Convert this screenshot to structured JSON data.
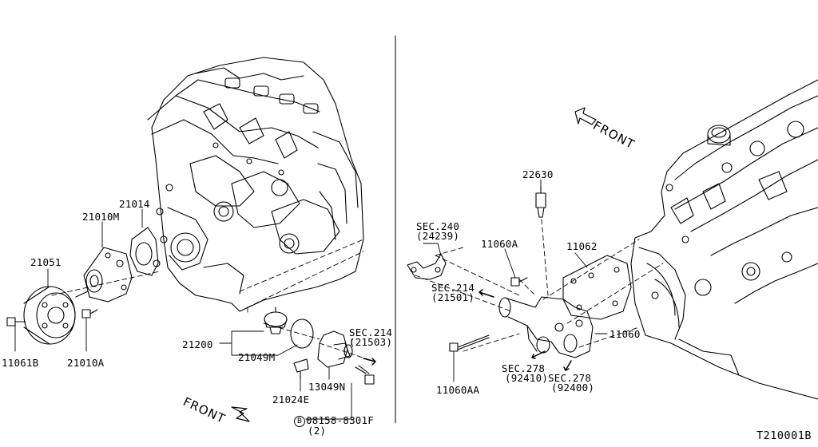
{
  "parts": {
    "p21051": "21051",
    "p21010M": "21010M",
    "p21014": "21014",
    "p11061B": "11061B",
    "p21010A": "21010A",
    "p21200": "21200",
    "p21049M": "21049M",
    "p21024E": "21024E",
    "p13049N": "13049N",
    "p08158_code": "08158-8301F",
    "p08158_symbol": "B",
    "p08158_qty": "(2)",
    "p22630": "22630",
    "p11060A": "11060A",
    "p11062": "11062",
    "p11060": "11060",
    "p11060AA": "11060AA"
  },
  "sections": {
    "sec214_left_title": "SEC.214",
    "sec214_left_code": "(21503)",
    "sec240_title": "SEC.240",
    "sec240_code": "(24239)",
    "sec214_right_title": "SEC.214",
    "sec214_right_code": "(21501)",
    "sec278a_title": "SEC.278",
    "sec278a_code": "(92410)",
    "sec278b_title": "SEC.278",
    "sec278b_code": "(92400)"
  },
  "front_left": "FRONT",
  "front_right": "FRONT",
  "diagram_code": "T210001B"
}
